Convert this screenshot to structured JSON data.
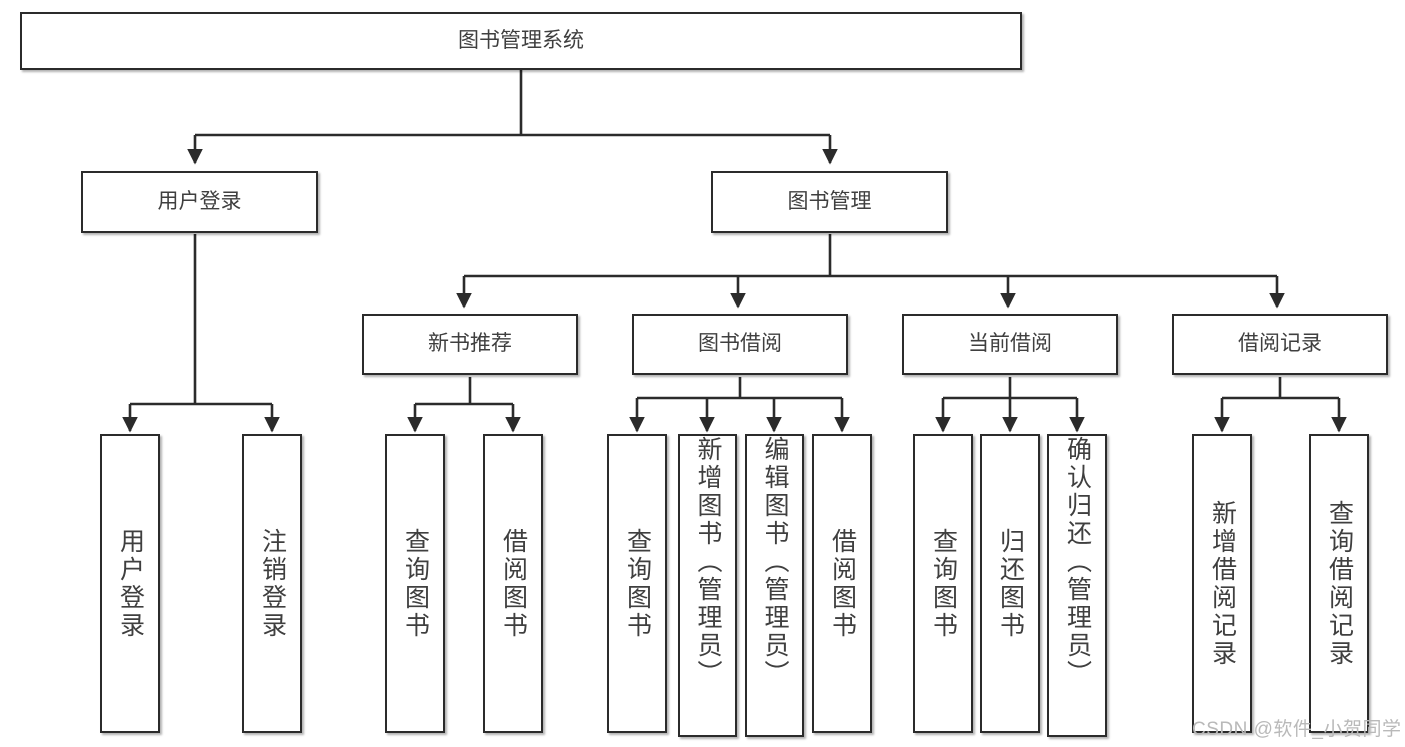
{
  "diagram": {
    "type": "hierarchy-tree",
    "title": "图书管理系统",
    "root": {
      "id": "root",
      "label": "图书管理系统"
    },
    "level1": [
      {
        "id": "user-login",
        "label": "用户登录"
      },
      {
        "id": "book-management",
        "label": "图书管理"
      }
    ],
    "level2": [
      {
        "id": "new-book-recommend",
        "label": "新书推荐",
        "parent": "book-management"
      },
      {
        "id": "book-borrow",
        "label": "图书借阅",
        "parent": "book-management"
      },
      {
        "id": "current-borrow",
        "label": "当前借阅",
        "parent": "book-management"
      },
      {
        "id": "borrow-record",
        "label": "借阅记录",
        "parent": "book-management"
      }
    ],
    "leaves": [
      {
        "id": "leaf-user-login",
        "label": "用户登录",
        "parent": "user-login"
      },
      {
        "id": "leaf-logout-login",
        "label": "注销登录",
        "parent": "user-login"
      },
      {
        "id": "leaf-query-book-1",
        "label": "查询图书",
        "parent": "new-book-recommend"
      },
      {
        "id": "leaf-borrow-book-1",
        "label": "借阅图书",
        "parent": "new-book-recommend"
      },
      {
        "id": "leaf-query-book-2",
        "label": "查询图书",
        "parent": "book-borrow"
      },
      {
        "id": "leaf-add-book",
        "label": "新增图书（管理员）",
        "parent": "book-borrow"
      },
      {
        "id": "leaf-edit-book",
        "label": "编辑图书（管理员）",
        "parent": "book-borrow"
      },
      {
        "id": "leaf-borrow-book-2",
        "label": "借阅图书",
        "parent": "book-borrow"
      },
      {
        "id": "leaf-query-book-3",
        "label": "查询图书",
        "parent": "current-borrow"
      },
      {
        "id": "leaf-return-book",
        "label": "归还图书",
        "parent": "current-borrow"
      },
      {
        "id": "leaf-confirm-return",
        "label": "确认归还（管理员）",
        "parent": "current-borrow"
      },
      {
        "id": "leaf-add-record",
        "label": "新增借阅记录",
        "parent": "borrow-record"
      },
      {
        "id": "leaf-query-record",
        "label": "查询借阅记录",
        "parent": "borrow-record"
      }
    ],
    "colors": {
      "border": "#2b2b2b",
      "text": "#3f3f3f",
      "background": "#ffffff",
      "edge": "#2b2b2b",
      "watermark": "#b9b9b9"
    }
  },
  "watermark": {
    "text": "CSDN @软件_小贺同学"
  }
}
